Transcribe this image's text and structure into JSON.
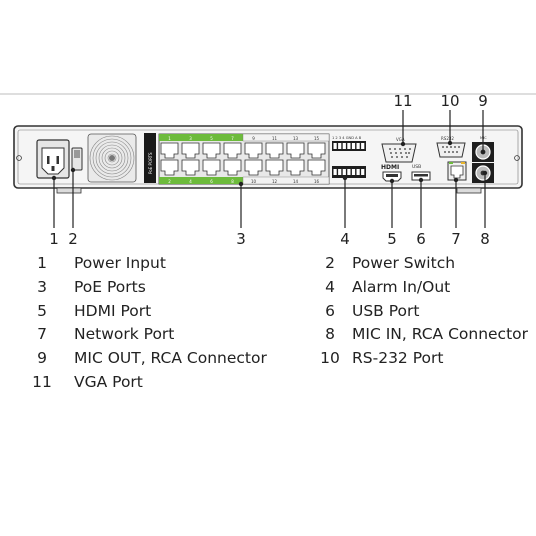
{
  "device": {
    "poe_label": "PoE PORTS",
    "port_numbers_top": [
      "1",
      "3",
      "5",
      "7",
      "9",
      "11",
      "13",
      "15"
    ],
    "port_numbers_bottom": [
      "2",
      "4",
      "6",
      "8",
      "10",
      "12",
      "14",
      "16"
    ],
    "alarm_label": "1 2 3 4 GND A B",
    "vga_label": "VGA",
    "rs232_label": "RS232",
    "hdmi_label": "HDMI",
    "usb_label": "USB",
    "mic_label": "MIC"
  },
  "callouts": {
    "c1": "1",
    "c2": "2",
    "c3": "3",
    "c4": "4",
    "c5": "5",
    "c6": "6",
    "c7": "7",
    "c8": "8",
    "c9": "9",
    "c10": "10",
    "c11": "11"
  },
  "legend": [
    {
      "num": "1",
      "label": "Power Input"
    },
    {
      "num": "2",
      "label": "Power Switch"
    },
    {
      "num": "3",
      "label": "PoE Ports"
    },
    {
      "num": "4",
      "label": "Alarm In/Out"
    },
    {
      "num": "5",
      "label": "HDMI Port"
    },
    {
      "num": "6",
      "label": "USB Port"
    },
    {
      "num": "7",
      "label": "Network Port"
    },
    {
      "num": "8",
      "label": "MIC IN, RCA Connector"
    },
    {
      "num": "9",
      "label": "MIC OUT, RCA Connector"
    },
    {
      "num": "10",
      "label": "RS-232 Port"
    },
    {
      "num": "11",
      "label": "VGA Port"
    }
  ]
}
